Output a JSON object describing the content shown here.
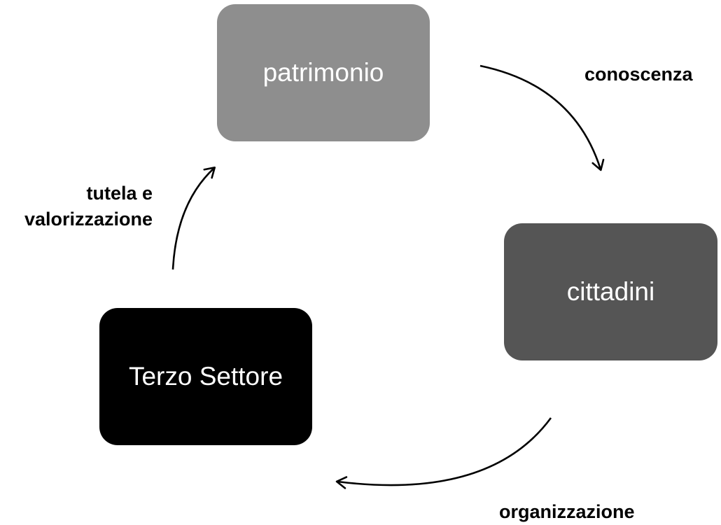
{
  "diagram": {
    "nodes": [
      {
        "id": "patrimonio",
        "label": "patrimonio",
        "color": "#8e8e8e"
      },
      {
        "id": "cittadini",
        "label": "cittadini",
        "color": "#555555"
      },
      {
        "id": "terzo_settore",
        "label": "Terzo Settore",
        "color": "#000000"
      }
    ],
    "edges": [
      {
        "from": "patrimonio",
        "to": "cittadini",
        "label": "conoscenza"
      },
      {
        "from": "cittadini",
        "to": "terzo_settore",
        "label": "organizzazione"
      },
      {
        "from": "terzo_settore",
        "to": "patrimonio",
        "label_lines": [
          "tutela e",
          "valorizzazione"
        ]
      }
    ]
  }
}
